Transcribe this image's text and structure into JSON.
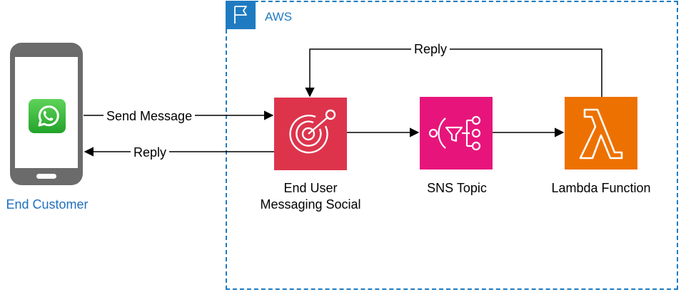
{
  "group": {
    "label": "AWS",
    "icon": "flag-icon",
    "color": "#1f7bc1"
  },
  "nodes": {
    "customer": {
      "label": "End Customer",
      "icon": "whatsapp-icon"
    },
    "eums": {
      "label_line1": "End User",
      "label_line2": "Messaging Social",
      "icon": "radar-icon",
      "color": "#dd344c"
    },
    "sns": {
      "label": "SNS Topic",
      "icon": "sns-filter-icon",
      "color": "#e7157b"
    },
    "lambda": {
      "label": "Lambda Function",
      "icon": "lambda-icon",
      "color": "#ed7100"
    }
  },
  "edges": {
    "send": "Send Message",
    "reply_to_customer": "Reply",
    "reply_from_lambda": "Reply"
  }
}
